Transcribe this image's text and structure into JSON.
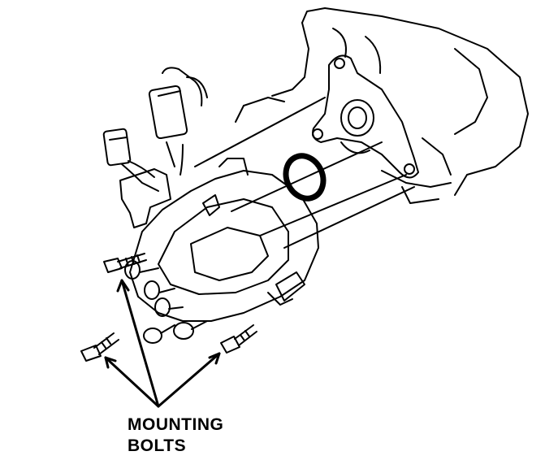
{
  "callout": {
    "line1": "MOUNTING",
    "line2": "BOLTS"
  },
  "colors": {
    "ink": "#000000",
    "paper": "#ffffff"
  },
  "parts": {
    "engine_block": "engine-block",
    "mounting_flange": "distributor-mounting-flange",
    "o_ring": "o-ring",
    "distributor": "distributor-assembly",
    "connectors": "wiring-connectors",
    "bolts": "mounting-bolts"
  }
}
